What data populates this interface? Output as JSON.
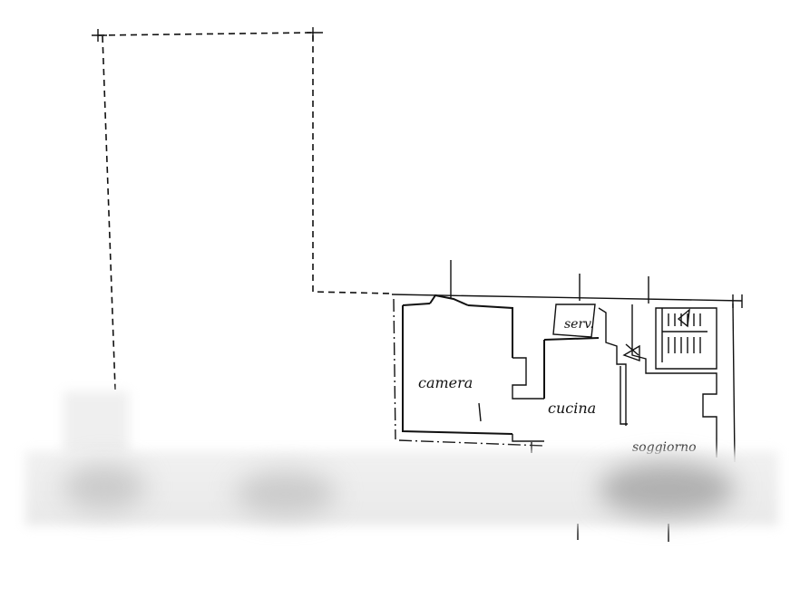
{
  "floor_plan": {
    "rooms": [
      {
        "id": "camera",
        "label": "camera"
      },
      {
        "id": "cucina",
        "label": "cucina"
      },
      {
        "id": "serv",
        "label": "serv."
      },
      {
        "id": "soggiorno",
        "label": "soggiorno"
      }
    ]
  }
}
